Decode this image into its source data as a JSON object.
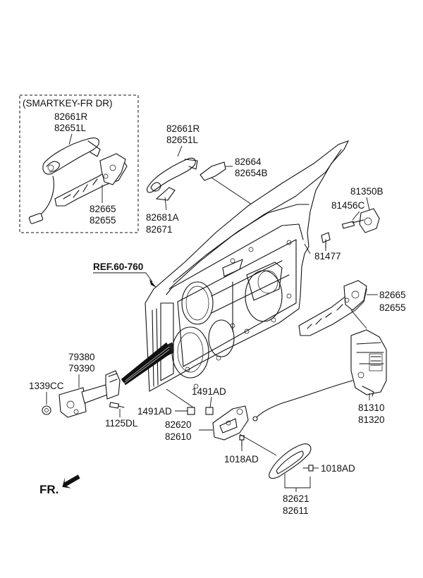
{
  "labels": {
    "smartkey_group": "(SMARTKEY-FR DR)",
    "sk_handle_top": "82661R",
    "sk_handle_bottom": "82651L",
    "sk_base_top": "82665",
    "sk_base_bottom": "82655",
    "handle_top": "82661R",
    "handle_bottom": "82651L",
    "cover_top": "82664",
    "cover_bottom": "82654B",
    "pad_top": "82681A",
    "pad_bottom": "82671",
    "cap_top": "81350B",
    "cap_mid": "81456C",
    "bolt_81477": "81477",
    "ref": "REF.60-760",
    "base_top": "82665",
    "base_bottom": "82655",
    "checker_top": "79380",
    "checker_bottom": "79390",
    "nut_1339": "1339CC",
    "bolt_1125": "1125DL",
    "clip_1491_a": "1491AD",
    "clip_1491_b": "1491AD",
    "inner_top": "82620",
    "inner_bottom": "82610",
    "screw_1018_a": "1018AD",
    "screw_1018_b": "1018AD",
    "latch_top": "81310",
    "latch_bottom": "81320",
    "inner_handle_top": "82621",
    "inner_handle_bottom": "82611",
    "front": "FR."
  }
}
